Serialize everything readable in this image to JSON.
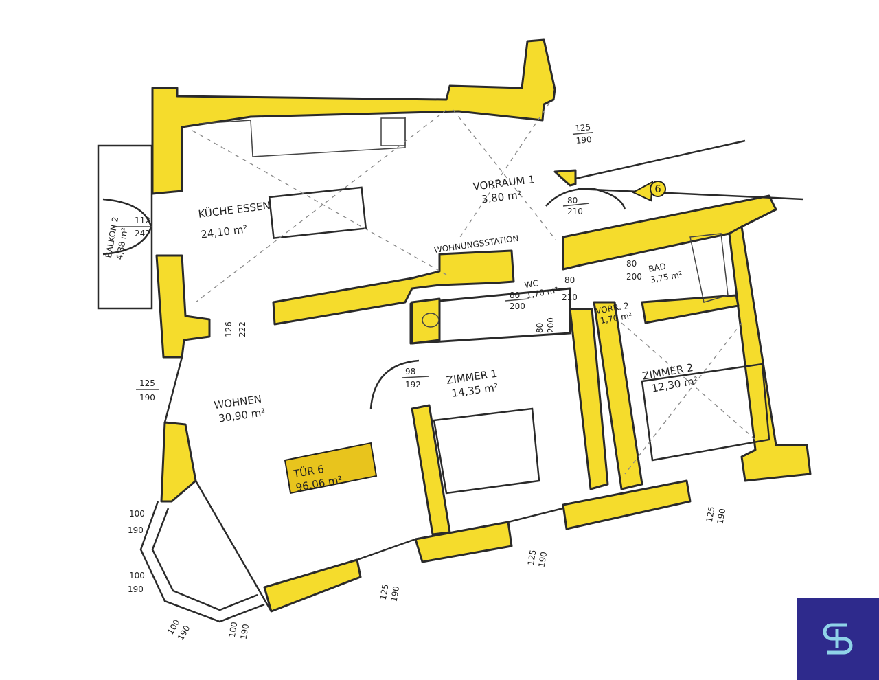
{
  "rooms": {
    "kueche": {
      "name": "KÜCHE ESSEN",
      "area": "24,10 m²"
    },
    "vorraum1": {
      "name": "VORRAUM 1",
      "area": "3,80 m²"
    },
    "wohnungsstation": {
      "name": "WOHNUNGSSTATION"
    },
    "wc": {
      "name": "WC",
      "area": "1,70 m²"
    },
    "bad": {
      "name": "BAD",
      "area": "3,75 m²"
    },
    "vorraum2": {
      "name": "VORR. 2",
      "area": "1,70 m²"
    },
    "zimmer2": {
      "name": "ZIMMER 2",
      "area": "12,30 m²"
    },
    "zimmer1": {
      "name": "ZIMMER 1",
      "area": "14,35 m²"
    },
    "wohnen": {
      "name": "WOHNEN",
      "area": "30,90 m²"
    },
    "balkon": {
      "name": "BALKON 2",
      "area": "4,38 m²"
    }
  },
  "unit": {
    "name": "TÜR 6",
    "area": "96,06 m²"
  },
  "entrance_marker": "6",
  "dimensions": {
    "d1": [
      "125",
      "190"
    ],
    "d2": [
      "112",
      "242"
    ],
    "d3": [
      "80",
      "210"
    ],
    "d4": [
      "80",
      "200"
    ],
    "d5": [
      "80",
      "210"
    ],
    "d6": [
      "80",
      "200"
    ],
    "d7": [
      "98",
      "192"
    ],
    "d8": [
      "126",
      "222"
    ],
    "d9": [
      "125",
      "190"
    ],
    "d10": [
      "100",
      "190"
    ],
    "d11": [
      "100",
      "190"
    ],
    "d12": [
      "100",
      "190"
    ],
    "d13": [
      "100",
      "190"
    ],
    "d14": [
      "125",
      "190"
    ],
    "d15": [
      "125",
      "190"
    ],
    "d16": [
      "125",
      "190"
    ],
    "d17": [
      "80",
      "200"
    ]
  },
  "logo": {
    "text": "SP"
  },
  "colors": {
    "wall": "#f5dc2c",
    "logo_bg": "#2e2a8c",
    "logo_fg": "#8fd3e8"
  }
}
